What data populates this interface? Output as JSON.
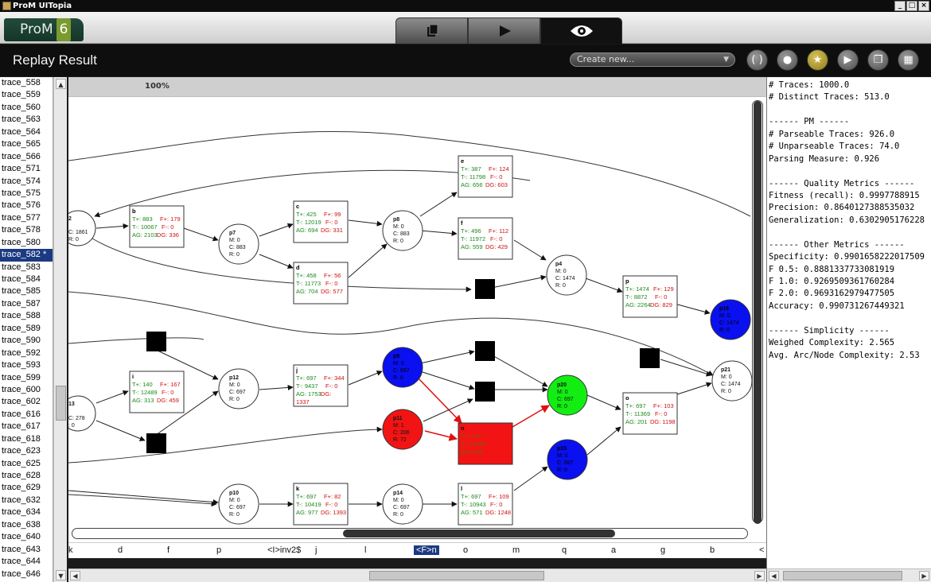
{
  "window": {
    "title": "ProM UITopia",
    "min_label": "_",
    "max_label": "□",
    "close_label": "×"
  },
  "header": {
    "logo_text": "ProM",
    "logo_version": "6"
  },
  "toolbar": {
    "page_title": "Replay Result",
    "create_new_label": "Create new..."
  },
  "zoom": "100%",
  "traces": [
    "trace_558",
    "trace_559",
    "trace_560",
    "trace_563",
    "trace_564",
    "trace_565",
    "trace_566",
    "trace_571",
    "trace_574",
    "trace_575",
    "trace_576",
    "trace_577",
    "trace_578",
    "trace_580",
    "trace_582 *",
    "trace_583",
    "trace_584",
    "trace_585",
    "trace_587",
    "trace_588",
    "trace_589",
    "trace_590",
    "trace_592",
    "trace_593",
    "trace_599",
    "trace_600",
    "trace_602",
    "trace_616",
    "trace_617",
    "trace_618",
    "trace_623",
    "trace_625",
    "trace_628",
    "trace_629",
    "trace_632",
    "trace_634",
    "trace_638",
    "trace_640",
    "trace_643",
    "trace_644",
    "trace_646"
  ],
  "selected_trace": "trace_582 *",
  "events": [
    "k",
    "d",
    "f",
    "p",
    "<I>inv2$",
    "j",
    "l",
    "<F>n",
    "o",
    "m",
    "q",
    "a",
    "g",
    "b",
    "<"
  ],
  "selected_event": "<F>n",
  "metrics": [
    "# Traces: 1000.0",
    "# Distinct Traces: 513.0",
    "",
    "------ PM ------",
    "# Parseable Traces: 926.0",
    "# Unparseable Traces: 74.0",
    "Parsing Measure: 0.926",
    "",
    "------ Quality Metrics ------",
    "Fitness (recall): 0.9997788915",
    "Precision: 0.8640127388535032",
    "Generalization: 0.6302905176228",
    "",
    "------ Other Metrics ------",
    "Specificity: 0.9901658222017509",
    "F 0.5: 0.8881337733081919",
    "F 1.0: 0.9269509361760284",
    "F 2.0: 0.9693162979477505",
    "Accuracy: 0.990731267449321",
    "",
    "------ Simplicity ------",
    "Weighed Complexity: 2.565",
    "Avg. Arc/Node Complexity: 2.53"
  ],
  "graph": {
    "transitions": [
      {
        "id": "b",
        "l1": "T+: 883",
        "l1r": "F+: 179",
        "l2": "T-: 10067",
        "l2r": "F-: 0",
        "l3": "AG: 2103",
        "l3r": "DG: 336"
      },
      {
        "id": "c",
        "l1": "T+: 425",
        "l1r": "F+: 99",
        "l2": "T-: 12019",
        "l2r": "F-: 0",
        "l3": "AG: 694",
        "l3r": "DG: 331"
      },
      {
        "id": "d",
        "l1": "T+: 458",
        "l1r": "F+: 56",
        "l2": "T-: 11773",
        "l2r": "F-: 0",
        "l3": "AG: 704",
        "l3r": "DG: 577"
      },
      {
        "id": "e",
        "l1": "T+: 387",
        "l1r": "F+: 124",
        "l2": "T-: 11798",
        "l2r": "F-: 0",
        "l3": "AG: 656",
        "l3r": "DG: 603"
      },
      {
        "id": "f",
        "l1": "T+: 496",
        "l1r": "F+: 112",
        "l2": "T-: 11972",
        "l2r": "F-: 0",
        "l3": "AG: 559",
        "l3r": "DG: 429"
      },
      {
        "id": "p",
        "l1": "T+: 1474",
        "l1r": "F+: 129",
        "l2": "T-: 8872",
        "l2r": "F-: 0",
        "l3": "AG: 2264",
        "l3r": "DG: 829"
      },
      {
        "id": "i",
        "l1": "T+: 140",
        "l1r": "F+: 167",
        "l2": "T-: 12489",
        "l2r": "F-: 0",
        "l3": "AG: 313",
        "l3r": "DG: 459"
      },
      {
        "id": "j",
        "l1": "T+: 697",
        "l1r": "F+: 344",
        "l2": "T-: 9437",
        "l2r": "F-: 0",
        "l3": "AG: 1753",
        "l3r": "DG:",
        "l4": "1337"
      },
      {
        "id": "o",
        "l1": "T+: 697",
        "l1r": "F+: 103",
        "l2": "T-: 11369",
        "l2r": "F-: 0",
        "l3": "AG: 201",
        "l3r": "DG: 1198"
      },
      {
        "id": "k",
        "l1": "T+: 697",
        "l1r": "F+: 82",
        "l2": "T-: 10419",
        "l2r": "F-: 0",
        "l3": "AG: 977",
        "l3r": "DG: 1393"
      },
      {
        "id": "l",
        "l1": "T+: 697",
        "l1r": "F+: 109",
        "l2": "T-: 10943",
        "l2r": "F-: 0",
        "l3": "AG: 571",
        "l3r": "DG: 1248"
      },
      {
        "id": "n",
        "l1": "T+: 177",
        "l1r": "",
        "l2": "T-: 12620",
        "l2r": "",
        "l3": "AG: 228",
        "l3r": ""
      }
    ],
    "places": [
      {
        "id": "p2",
        "name": "2",
        "m": "C: 1861",
        "r": "R: 0"
      },
      {
        "id": "p7",
        "name": "p7",
        "mline": "M: 0",
        "c": "C: 883",
        "r": "R: 0"
      },
      {
        "id": "p8",
        "name": "p8",
        "mline": "M: 0",
        "c": "C: 883",
        "r": "R: 0"
      },
      {
        "id": "p4",
        "name": "p4",
        "mline": "M: 0",
        "c": "C: 1474",
        "r": "R: 0"
      },
      {
        "id": "p12",
        "name": "p12",
        "mline": "M: 0",
        "c": "C: 697",
        "r": "R: 0"
      },
      {
        "id": "p13",
        "name": "13",
        "c": "C: 278",
        "r": ": 0"
      },
      {
        "id": "p9",
        "name": "p9",
        "mline": "M: 0",
        "c": "C: 697",
        "r": "R: 0"
      },
      {
        "id": "p11",
        "name": "p11",
        "mline": "M: 1",
        "c": "C: 206",
        "r": "R: 72"
      },
      {
        "id": "p20",
        "name": "p20",
        "mline": "M: 0",
        "c": "C: 697",
        "r": "R: 0"
      },
      {
        "id": "p21",
        "name": "p21",
        "mline": "M: 0",
        "c": "C: 1474",
        "r": "R: 0"
      },
      {
        "id": "p15",
        "name": "p15",
        "mline": "M: 0",
        "c": "C: 697",
        "r": "R: 0"
      },
      {
        "id": "p16",
        "name": "p16",
        "mline": "M: 0",
        "c": "C: 1474",
        "r": "R: 0"
      },
      {
        "id": "p10",
        "name": "p10",
        "mline": "M: 0",
        "c": "C: 697",
        "r": "R: 0"
      },
      {
        "id": "p14",
        "name": "p14",
        "mline": "M: 0",
        "c": "C: 697",
        "r": "R: 0"
      }
    ]
  },
  "colors": {
    "green_text": "#1a8a1a",
    "red_text": "#d01010",
    "red_node": "#f21414",
    "blue_node": "#0a10f0",
    "green_node": "#12ee12",
    "selected": "#1c3a82"
  }
}
